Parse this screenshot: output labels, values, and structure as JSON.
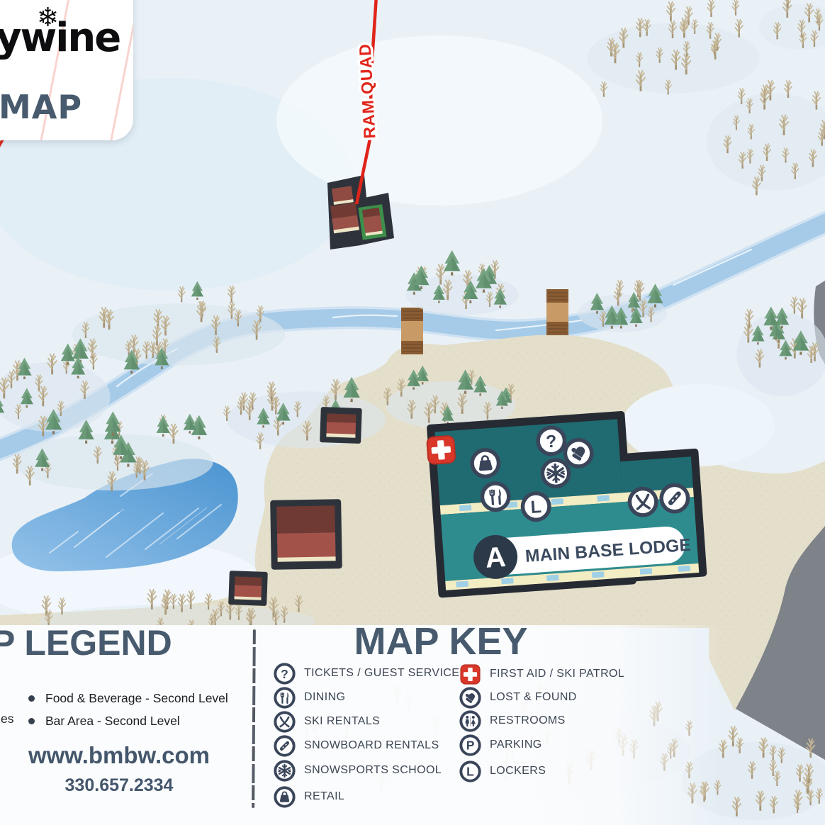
{
  "brand": {
    "logo_text": "ywine",
    "map_label": "MAP",
    "snowflake": "❄"
  },
  "lift": {
    "label": "RAM QUAD"
  },
  "lodge": {
    "marker": "A",
    "label": "MAIN BASE LODGE"
  },
  "legend": {
    "title": "P LEGEND",
    "fragment": "es",
    "items": [
      "Food & Beverage - Second Level",
      "Bar Area - Second Level"
    ],
    "website": "www.bmbw.com",
    "phone": "330.657.2334"
  },
  "map_key": {
    "title": "MAP KEY",
    "col1": [
      {
        "icon": "tickets-question-icon",
        "label": "TICKETS / GUEST SERVICE"
      },
      {
        "icon": "dining-icon",
        "label": "DINING"
      },
      {
        "icon": "ski-rentals-icon",
        "label": "SKI RENTALS"
      },
      {
        "icon": "snowboard-rentals-icon",
        "label": "SNOWBOARD RENTALS"
      },
      {
        "icon": "snowsports-school-icon",
        "label": "SNOWSPORTS SCHOOL"
      },
      {
        "icon": "retail-icon",
        "label": "RETAIL"
      }
    ],
    "col2": [
      {
        "icon": "first-aid-icon",
        "label": "FIRST AID / SKI PATROL"
      },
      {
        "icon": "lost-and-found-icon",
        "label": "LOST & FOUND"
      },
      {
        "icon": "restrooms-icon",
        "label": "RESTROOMS"
      },
      {
        "icon": "parking-icon",
        "label": "PARKING"
      },
      {
        "icon": "lockers-icon",
        "label": "LOCKERS"
      }
    ]
  },
  "colors": {
    "accent_red": "#e0241a",
    "first_aid_red": "#d8372a",
    "navy": "#3a455a",
    "slate_title": "#475a6e",
    "teal_roof": "#1f6b71",
    "teal_lower": "#2e8c8e",
    "tan_ground": "#e4dfcb",
    "river_blue": "#a5cbe9",
    "pond_blue": "#4d96d2"
  }
}
